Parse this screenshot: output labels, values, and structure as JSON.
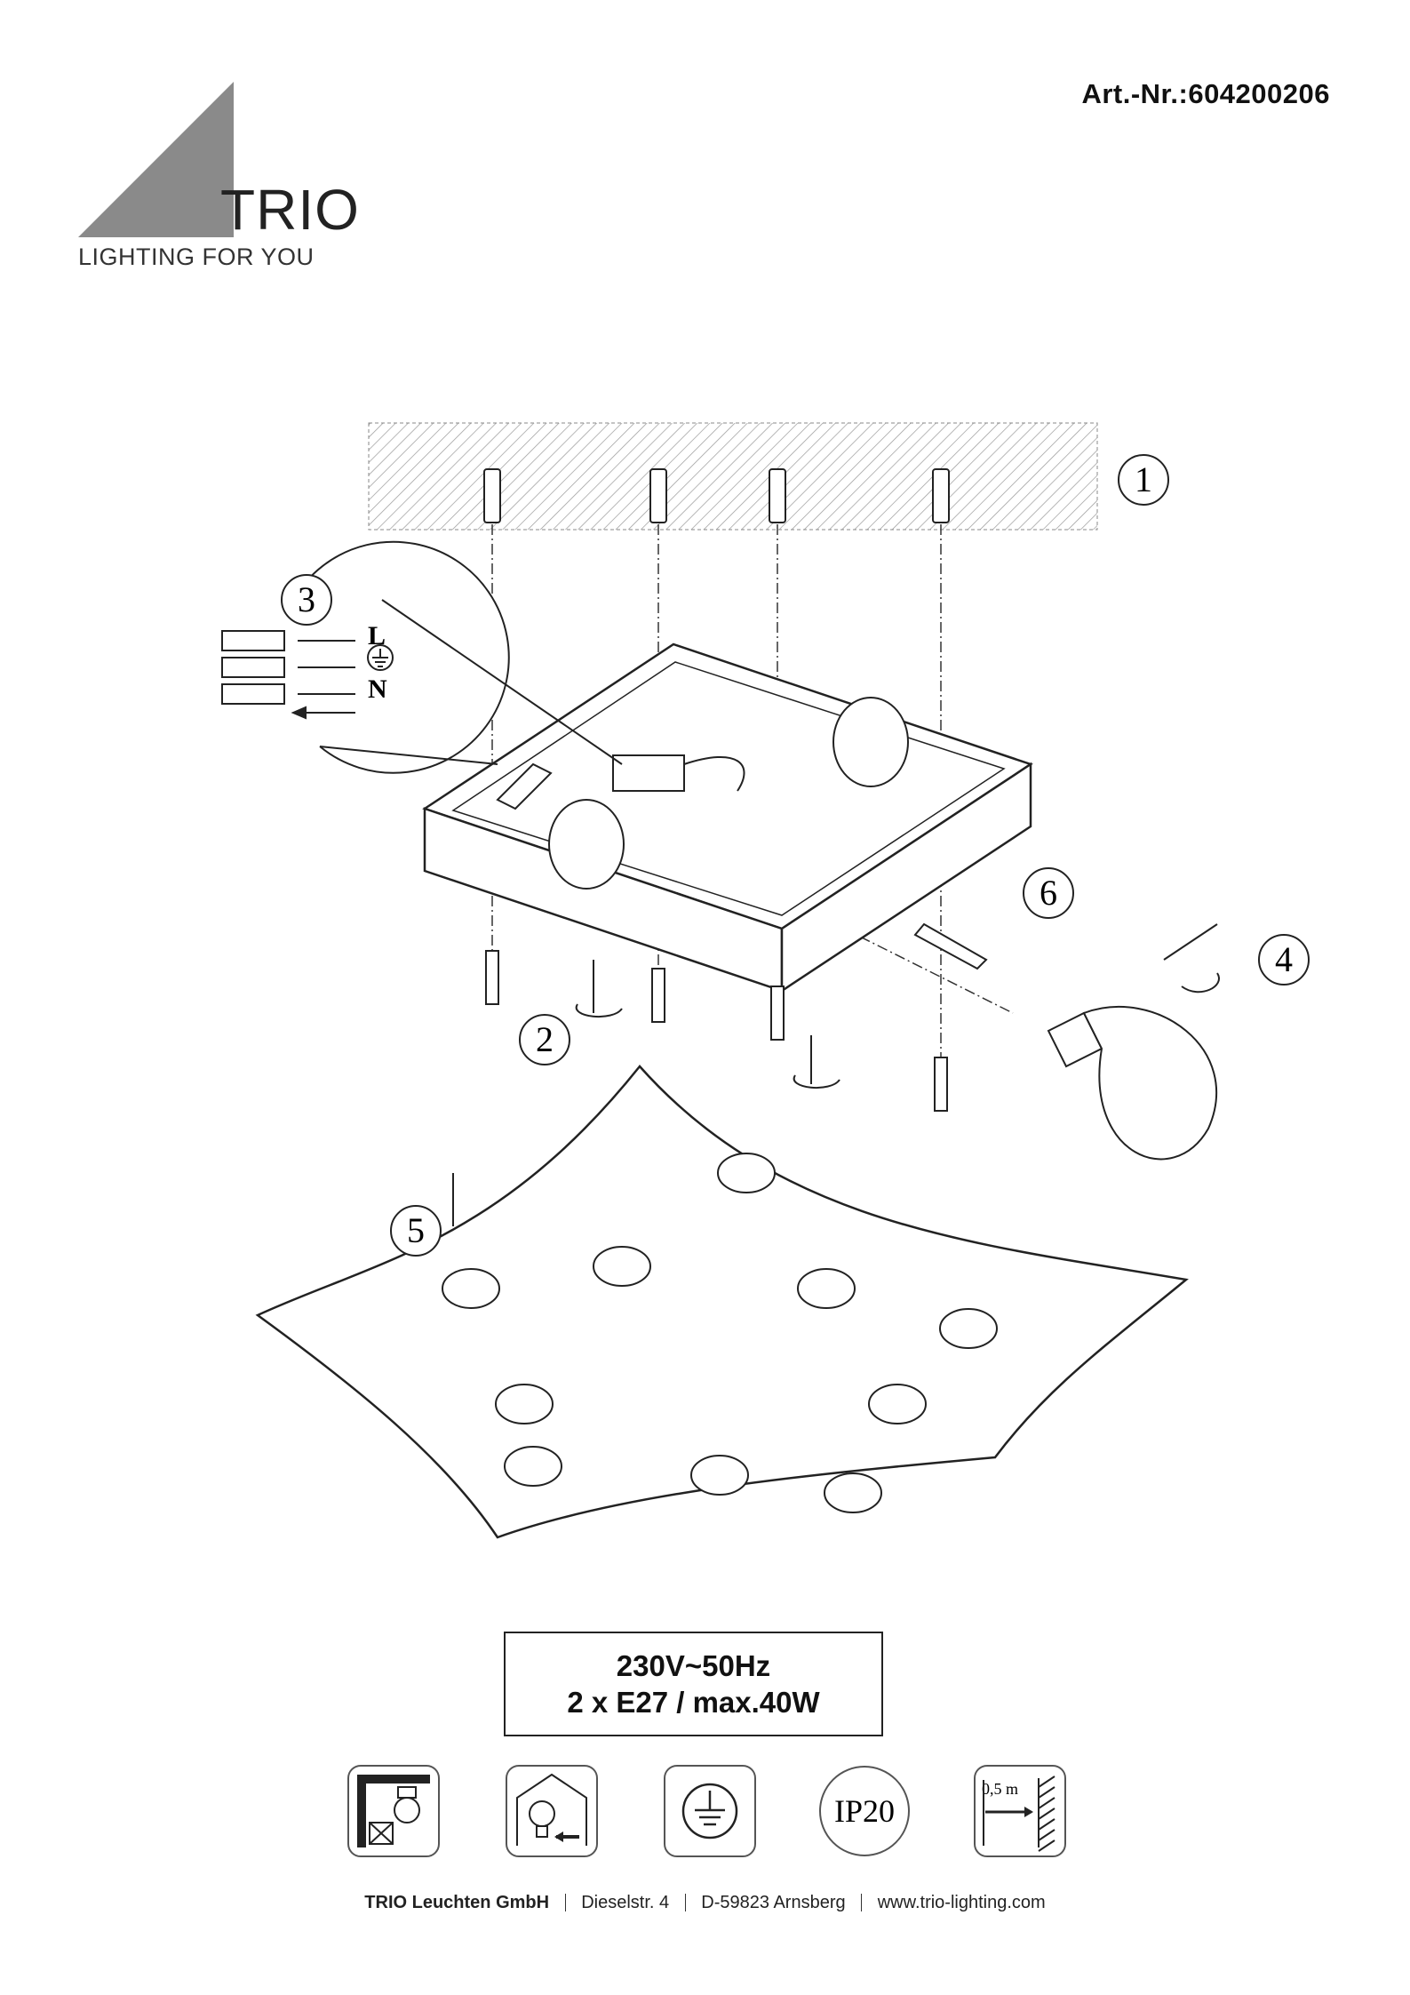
{
  "header": {
    "article_number": "Art.-Nr.:604200206"
  },
  "brand": {
    "name": "TRIO",
    "tagline": "LIGHTING FOR YOU"
  },
  "diagram": {
    "step_labels": [
      "1",
      "2",
      "3",
      "4",
      "5",
      "6"
    ],
    "wiring": {
      "live": "L",
      "neutral": "N",
      "earth_symbol": "earth-symbol"
    }
  },
  "specs": {
    "line1": "230V~50Hz",
    "line2": "2 x E27 / max.40W"
  },
  "icons": [
    {
      "name": "not-for-insulated-ceiling-icon"
    },
    {
      "name": "indoor-use-only-icon"
    },
    {
      "name": "protection-class-1-earth-icon"
    },
    {
      "name": "ip20-icon",
      "label": "IP20"
    },
    {
      "name": "min-distance-icon",
      "label": "0,5 m"
    }
  ],
  "footer": {
    "company": "TRIO Leuchten GmbH",
    "street": "Dieselstr. 4",
    "city": "D-59823 Arnsberg",
    "website": "www.trio-lighting.com"
  },
  "colors": {
    "logo_gray": "#8a8a8a",
    "line": "#222222"
  }
}
